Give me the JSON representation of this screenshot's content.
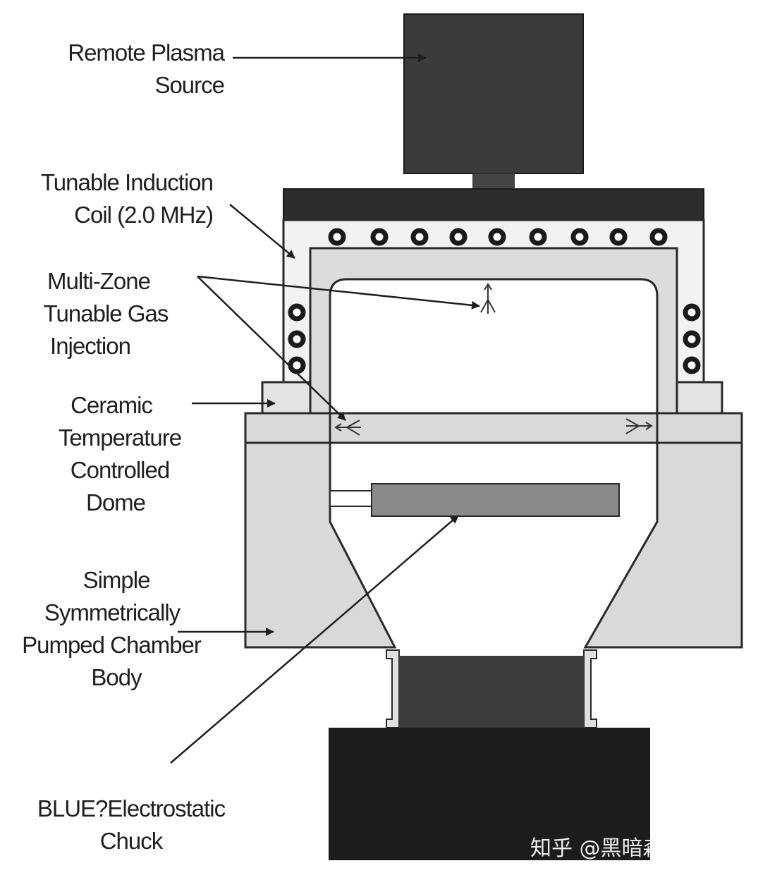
{
  "labels": {
    "remote_plasma_source": [
      "Remote Plasma",
      "Source"
    ],
    "tunable_induction_coil": [
      "Tunable Induction",
      "Coil (2.0 MHz)"
    ],
    "multi_zone_gas_injection": [
      "Multi-Zone",
      "Tunable Gas",
      "Injection"
    ],
    "ceramic_dome": [
      "Ceramic",
      "Temperature",
      "Controlled",
      "Dome"
    ],
    "chamber_body": [
      "Simple",
      "Symmetrically",
      "Pumped Chamber",
      "Body"
    ],
    "electrostatic_chuck": [
      "BLUE?Electrostatic",
      "Chuck"
    ]
  },
  "watermark": "知乎 @黑暗森林-张庶"
}
